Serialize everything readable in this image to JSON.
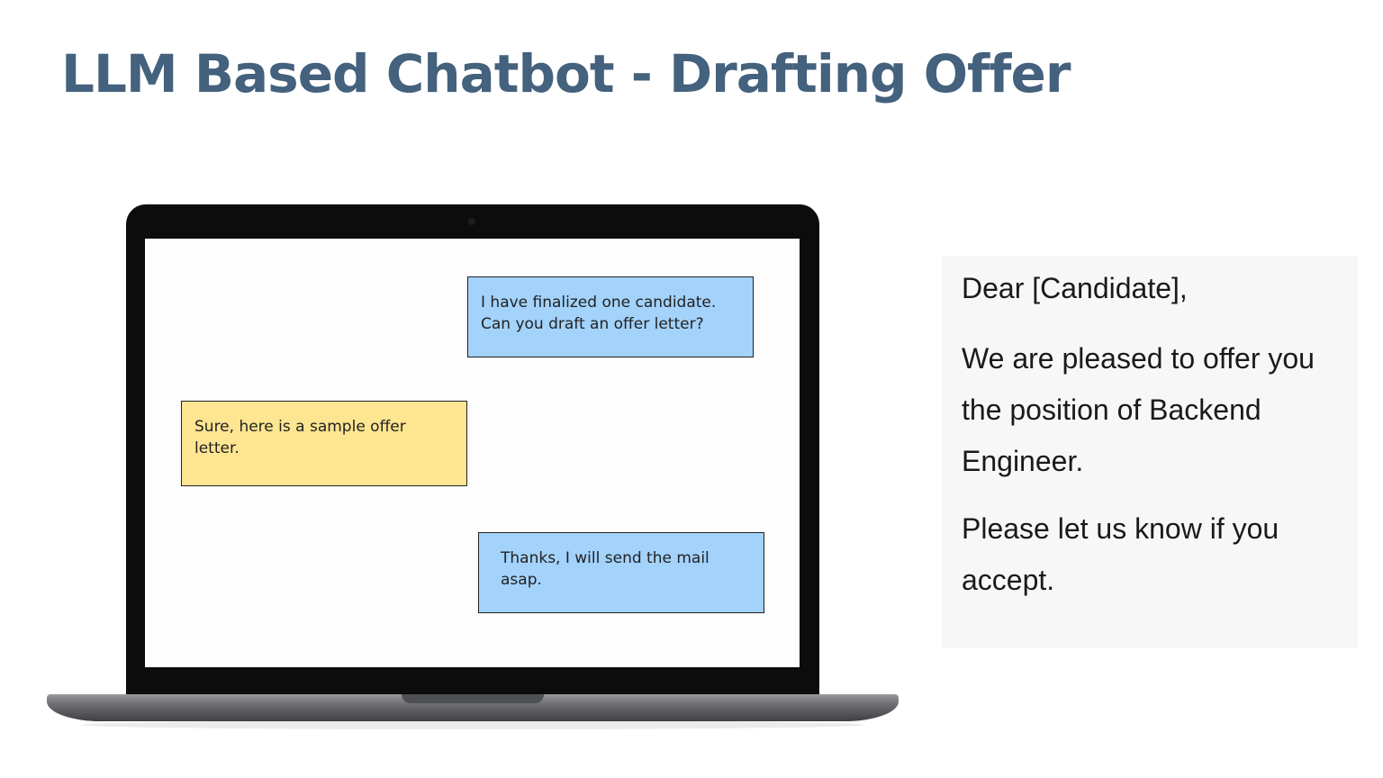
{
  "slide": {
    "title": "LLM Based Chatbot - Drafting Offer"
  },
  "chat": {
    "messages": [
      {
        "role": "user",
        "text": "I have finalized one candidate. Can you draft an offer letter?"
      },
      {
        "role": "bot",
        "text": "Sure, here is a sample offer letter."
      },
      {
        "role": "user",
        "text": "Thanks, I will send the mail asap."
      }
    ]
  },
  "letter": {
    "greeting": "Dear [Candidate],",
    "body": "We are pleased to offer you the position of Backend Engineer.",
    "closing": "Please let us know if you accept."
  },
  "colors": {
    "title": "#44617d",
    "user_bubble": "#a3d2fb",
    "bot_bubble": "#fde591",
    "laptop_frame": "#0c0c0c"
  }
}
